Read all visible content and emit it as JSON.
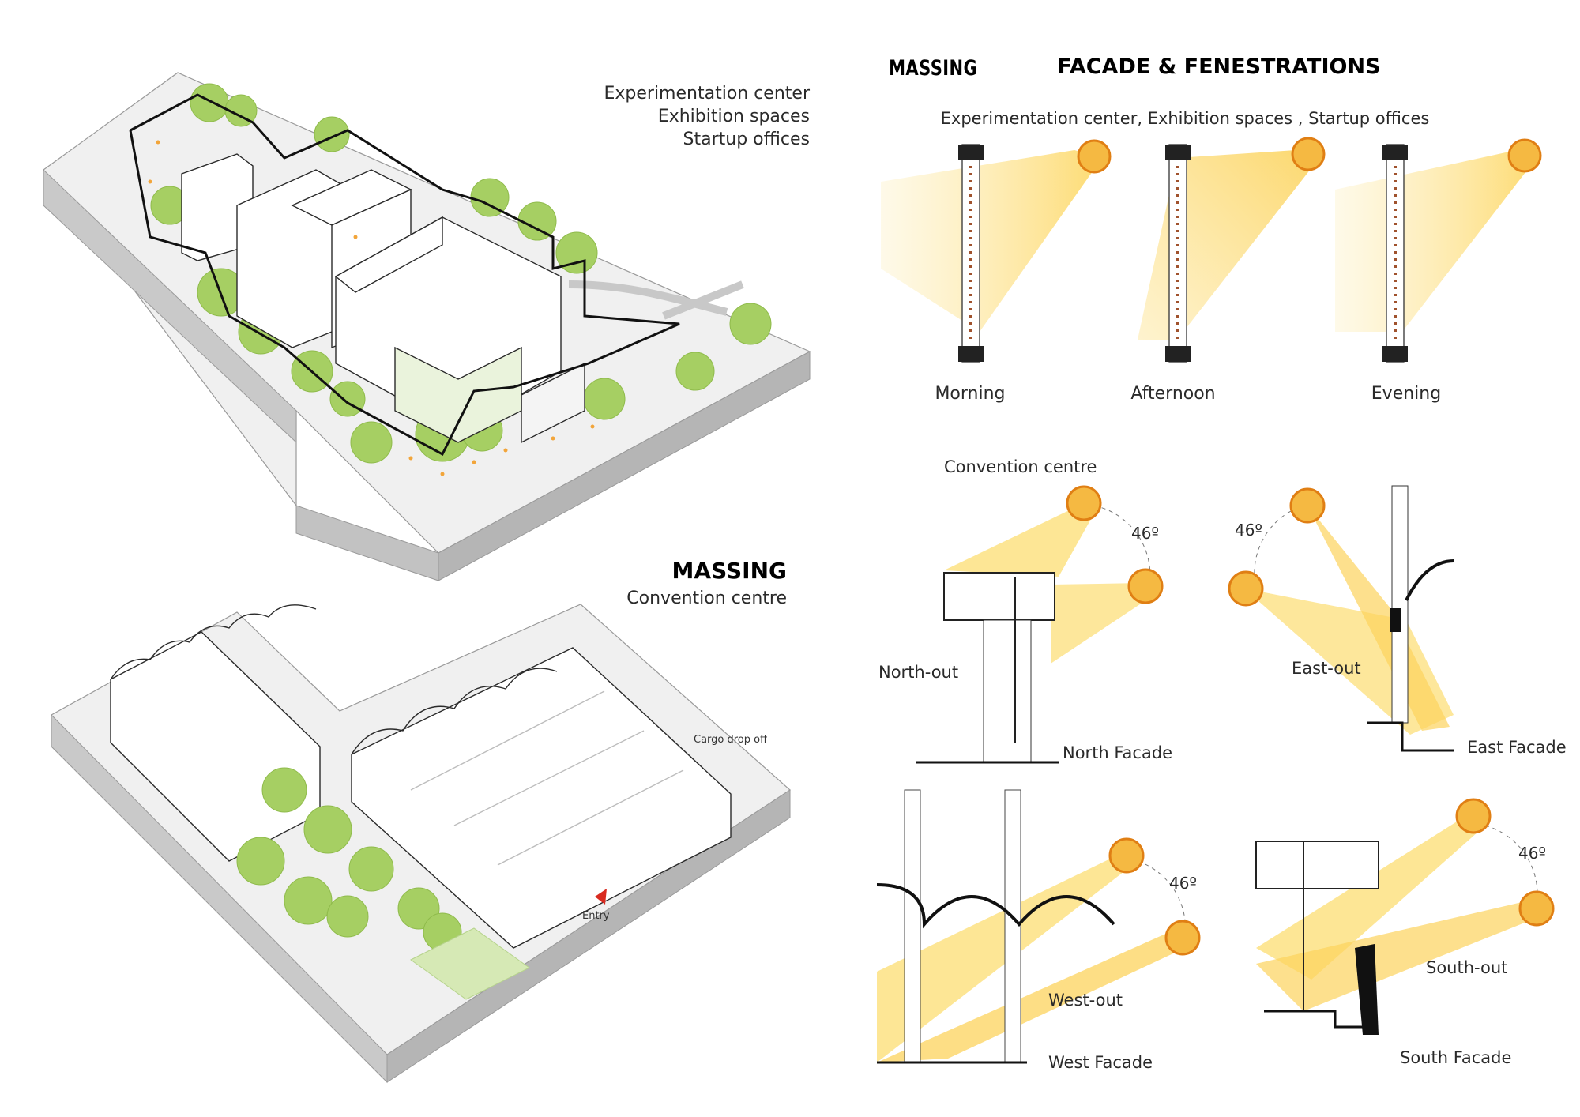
{
  "massing_top": {
    "heading": "MASSING",
    "lines": [
      "Experimentation center",
      "Exhibition spaces",
      "Startup offices"
    ]
  },
  "massing_bottom": {
    "heading": "MASSING",
    "lines": [
      "Convention centre"
    ],
    "labels": {
      "cargo": "Cargo drop off",
      "entry": "Entry"
    }
  },
  "facade": {
    "heading": "FACADE & FENESTRATIONS",
    "subtitle": "Experimentation center, Exhibition spaces , Startup offices",
    "times": [
      "Morning",
      "Afternoon",
      "Evening"
    ]
  },
  "convention": {
    "title": "Convention centre",
    "angle": "46º",
    "panels": [
      {
        "out": "North-out",
        "facade": "North Facade"
      },
      {
        "out": "East-out",
        "facade": "East Facade"
      },
      {
        "out": "West-out",
        "facade": "West Facade"
      },
      {
        "out": "South-out",
        "facade": "South Facade"
      }
    ]
  },
  "colors": {
    "sun_fill": "#f5b942",
    "sun_stroke": "#e07f14",
    "beam": "#fde38a",
    "tree": "#a6cf63",
    "block": "#d9d9d9",
    "ink": "#1f1f1f",
    "entry_marker": "#d92b20"
  }
}
